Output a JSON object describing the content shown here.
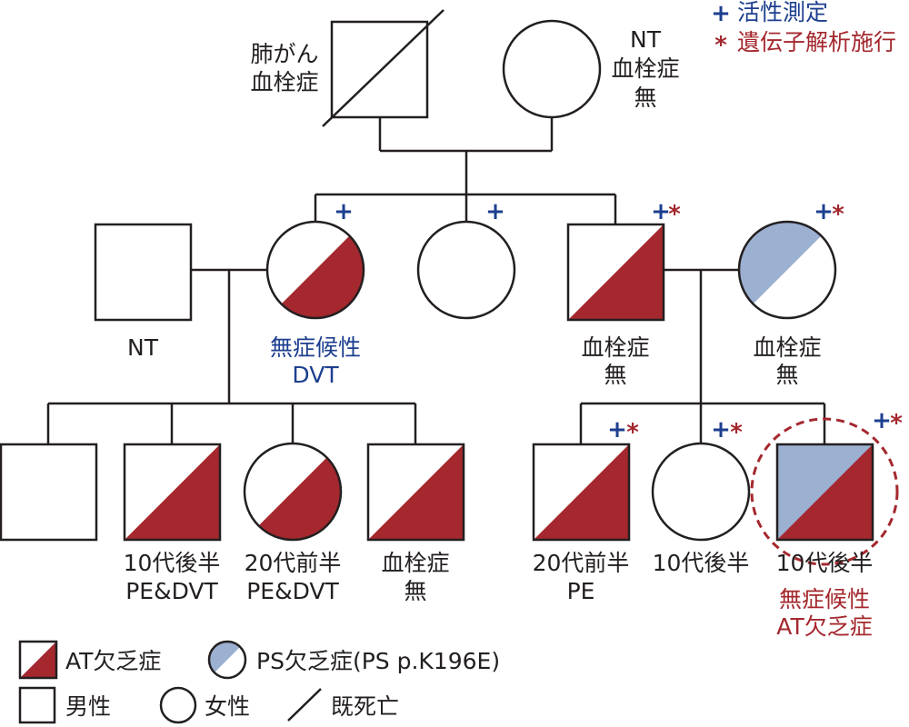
{
  "colors": {
    "line": "#231f20",
    "at_red": "#a4282e",
    "ps_blue": "#9cb0d2",
    "label_blue": "#1d3f8f",
    "label_red": "#a4282e",
    "measure_plus": "#1d3f8f",
    "gene_star": "#a4282e"
  },
  "markers": {
    "plus": "+",
    "star": "*",
    "plus_label": "活性測定",
    "star_label": "遺伝子解析施行"
  },
  "gen1": {
    "father": {
      "line1": "肺がん",
      "line2": "血栓症"
    },
    "mother": {
      "line1": "NT",
      "line2": "血栓症",
      "line3": "無"
    }
  },
  "gen2": {
    "husband_left": {
      "line1": "NT"
    },
    "sister_at": {
      "line1": "無症候性",
      "line2": "DVT"
    },
    "brother_at": {
      "line1": "血栓症",
      "line2": "無"
    },
    "wife_ps": {
      "line1": "血栓症",
      "line2": "無"
    }
  },
  "gen3": {
    "c2": {
      "line1": "10代後半",
      "line2": "PE&DVT"
    },
    "c3": {
      "line1": "20代前半",
      "line2": "PE&DVT"
    },
    "c4": {
      "line1": "血栓症",
      "line2": "無"
    },
    "d1": {
      "line1": "20代前半",
      "line2": "PE"
    },
    "d2": {
      "line1": "10代後半"
    },
    "d3": {
      "line1": "10代後半",
      "line2": "無症候性",
      "line3": "AT欠乏症"
    }
  },
  "legend": {
    "at": "AT欠乏症",
    "ps": "PS欠乏症(PS p.K196E)",
    "male": "男性",
    "female": "女性",
    "deceased": "既死亡"
  }
}
